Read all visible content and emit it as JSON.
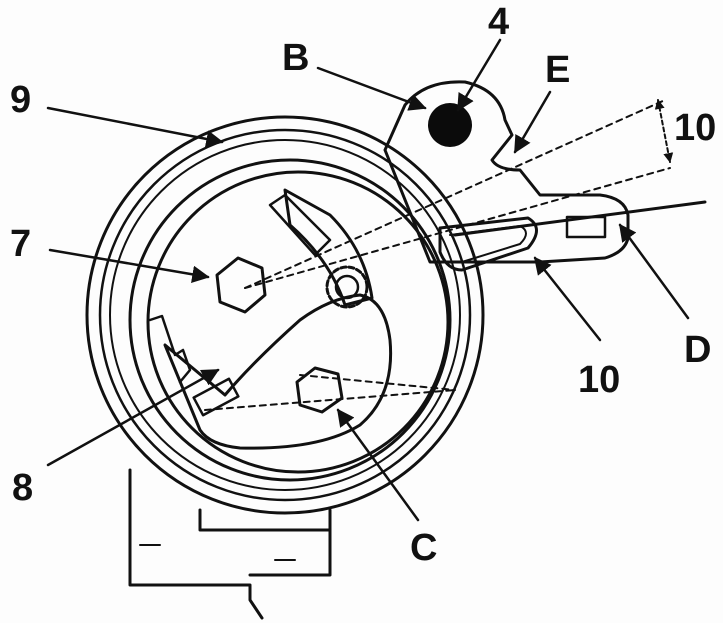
{
  "figure": {
    "description_colors": {
      "ink": "#111111",
      "paper": "#fdfdfd",
      "fill_light": "#ffffff",
      "fill_dark": "#0b0b0b"
    },
    "labels": {
      "label_4": "4",
      "label_B": "B",
      "label_E": "E",
      "label_9": "9",
      "label_10_top": "10",
      "label_7": "7",
      "label_D": "D",
      "label_10_bottom": "10",
      "label_8": "8",
      "label_C": "C"
    }
  }
}
